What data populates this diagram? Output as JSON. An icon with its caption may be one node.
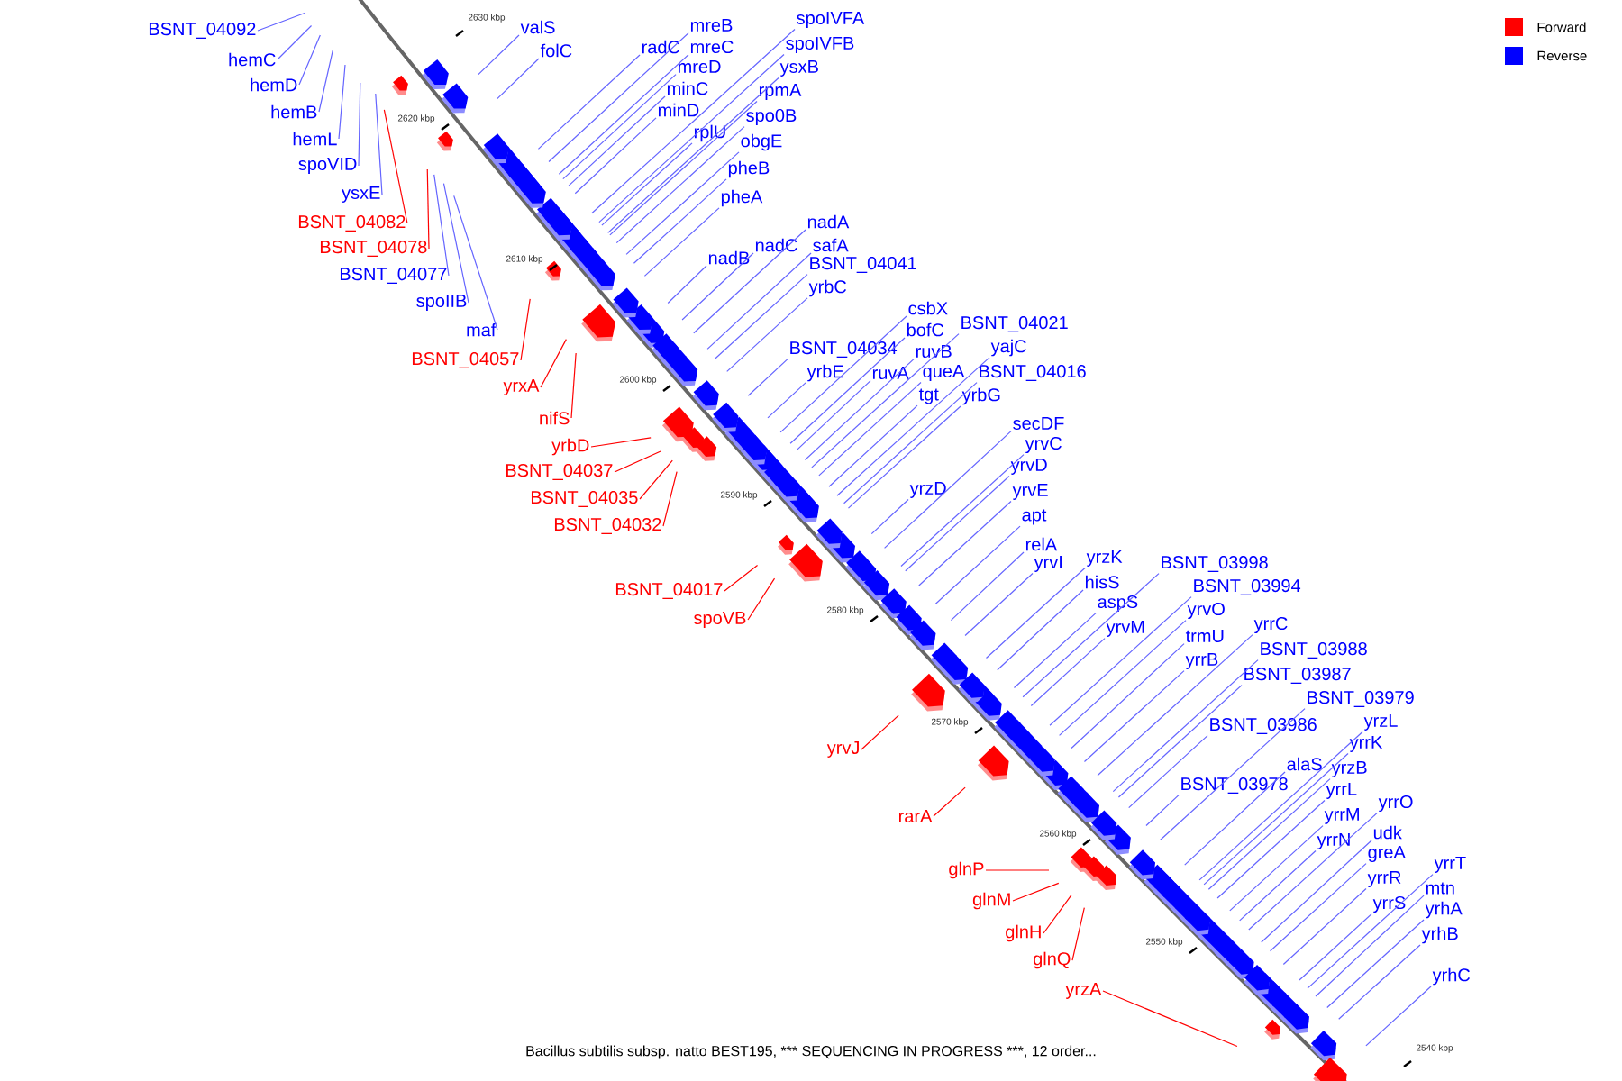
{
  "diagram": {
    "caption": "Bacillus subtilis subsp. natto BEST195, *** SEQUENCING IN PROGRESS ***, 12 order...",
    "nodes": [
      {
        "text": [
          "BSNT_04092"
        ]
      },
      {
        "text": [
          "hemC"
        ]
      },
      {
        "text": [
          "hemD"
        ]
      },
      {
        "text": [
          "hemB"
        ]
      },
      {
        "text": [
          "hemL"
        ]
      },
      {
        "text": [
          "spoVID"
        ]
      },
      {
        "text": [
          "ysxE"
        ]
      },
      {
        "text": [
          "BSNT_04082"
        ]
      },
      {
        "text": [
          "BSNT_04078"
        ]
      },
      {
        "text": [
          "BSNT_04077"
        ]
      },
      {
        "text": [
          "spoIIB"
        ]
      },
      {
        "text": [
          "maf"
        ]
      },
      {
        "text": [
          "BSNT_04057"
        ]
      },
      {
        "text": [
          "yrxA"
        ]
      },
      {
        "text": [
          "nifS"
        ]
      },
      {
        "text": [
          "yrbD"
        ]
      },
      {
        "text": [
          "BSNT_04037"
        ]
      },
      {
        "text": [
          "BSNT_04035"
        ]
      },
      {
        "text": [
          "BSNT_04032"
        ]
      },
      {
        "text": [
          "BSNT_04017"
        ]
      },
      {
        "text": [
          "spoVB"
        ]
      },
      {
        "text": [
          "yrvJ"
        ]
      },
      {
        "text": [
          "rarA"
        ]
      },
      {
        "text": [
          "glnP"
        ]
      },
      {
        "text": [
          "glnM"
        ]
      },
      {
        "text": [
          "glnH"
        ]
      },
      {
        "text": [
          "glnQ"
        ]
      },
      {
        "text": [
          "yrzA"
        ]
      },
      {
        "text": [
          "valS"
        ]
      },
      {
        "text": [
          "folC"
        ]
      },
      {
        "text": [
          "mreB"
        ]
      },
      {
        "text": [
          "radC"
        ]
      },
      {
        "text": [
          "mreC"
        ]
      },
      {
        "text": [
          "spoIVFA"
        ]
      },
      {
        "text": [
          "spoIVFB"
        ]
      },
      {
        "text": [
          "mreD"
        ]
      },
      {
        "text": [
          "ysxB"
        ]
      },
      {
        "text": [
          "minC"
        ]
      },
      {
        "text": [
          "rpmA"
        ]
      },
      {
        "text": [
          "minD"
        ]
      },
      {
        "text": [
          "spo0B"
        ]
      },
      {
        "text": [
          "rplU"
        ]
      },
      {
        "text": [
          "obgE"
        ]
      },
      {
        "text": [
          "pheB"
        ]
      },
      {
        "text": [
          "pheA"
        ]
      },
      {
        "text": [
          "nadA"
        ]
      },
      {
        "text": [
          "nadC"
        ]
      },
      {
        "text": [
          "safA"
        ]
      },
      {
        "text": [
          "nadB"
        ]
      },
      {
        "text": [
          "BSNT_04041"
        ]
      },
      {
        "text": [
          "yrbC"
        ]
      },
      {
        "text": [
          "csbX"
        ]
      },
      {
        "text": [
          "BSNT_04021"
        ]
      },
      {
        "text": [
          "bofC"
        ]
      },
      {
        "text": [
          "yajC"
        ]
      },
      {
        "text": [
          "BSNT_04034"
        ]
      },
      {
        "text": [
          "ruvB"
        ]
      },
      {
        "text": [
          "yrbE"
        ]
      },
      {
        "text": [
          "ruvA"
        ]
      },
      {
        "text": [
          "queA"
        ]
      },
      {
        "text": [
          "BSNT_04016"
        ]
      },
      {
        "text": [
          "tgt"
        ]
      },
      {
        "text": [
          "yrbG"
        ]
      },
      {
        "text": [
          "secDF"
        ]
      },
      {
        "text": [
          "yrvC"
        ]
      },
      {
        "text": [
          "yrvD"
        ]
      },
      {
        "text": [
          "yrzD"
        ]
      },
      {
        "text": [
          "yrvE"
        ]
      },
      {
        "text": [
          "apt"
        ]
      },
      {
        "text": [
          "relA"
        ]
      },
      {
        "text": [
          "yrzK"
        ]
      },
      {
        "text": [
          "BSNT_03998"
        ]
      },
      {
        "text": [
          "yrvI"
        ]
      },
      {
        "text": [
          "hisS"
        ]
      },
      {
        "text": [
          "BSNT_03994"
        ]
      },
      {
        "text": [
          "aspS"
        ]
      },
      {
        "text": [
          "yrvO"
        ]
      },
      {
        "text": [
          "yrrC"
        ]
      },
      {
        "text": [
          "yrvM"
        ]
      },
      {
        "text": [
          "trmU"
        ]
      },
      {
        "text": [
          "BSNT_03988"
        ]
      },
      {
        "text": [
          "yrrB"
        ]
      },
      {
        "text": [
          "BSNT_03987"
        ]
      },
      {
        "text": [
          "BSNT_03979"
        ]
      },
      {
        "text": [
          "yrzL"
        ]
      },
      {
        "text": [
          "BSNT_03986"
        ]
      },
      {
        "text": [
          "yrrK"
        ]
      },
      {
        "text": [
          "alaS"
        ]
      },
      {
        "text": [
          "yrzB"
        ]
      },
      {
        "text": [
          "BSNT_03978"
        ]
      },
      {
        "text": [
          "yrrL"
        ]
      },
      {
        "text": [
          "yrrO"
        ]
      },
      {
        "text": [
          "yrrM"
        ]
      },
      {
        "text": [
          "udk"
        ]
      },
      {
        "text": [
          "yrrN"
        ]
      },
      {
        "text": [
          "greA"
        ]
      },
      {
        "text": [
          "yrrT"
        ]
      },
      {
        "text": [
          "yrrR"
        ]
      },
      {
        "text": [
          "mtn"
        ]
      },
      {
        "text": [
          "yrrS"
        ]
      },
      {
        "text": [
          "yrhA"
        ]
      },
      {
        "text": [
          "yrhB"
        ]
      },
      {
        "text": [
          "yrhC"
        ]
      }
    ],
    "edges": [
      {
        "from": 0,
        "to": null,
        "arrow": "none"
      },
      {
        "from": 1,
        "to": null,
        "arrow": "none"
      },
      {
        "from": 2,
        "to": null,
        "arrow": "none"
      },
      {
        "from": 3,
        "to": null,
        "arrow": "none"
      },
      {
        "from": 4,
        "to": null,
        "arrow": "none"
      },
      {
        "from": 5,
        "to": null,
        "arrow": "none"
      },
      {
        "from": 6,
        "to": null,
        "arrow": "none"
      },
      {
        "from": 7,
        "to": null,
        "arrow": "none",
        "color": "#ff0000"
      },
      {
        "from": 8,
        "to": null,
        "arrow": "none",
        "color": "#ff0000"
      },
      {
        "from": 9,
        "to": null,
        "arrow": "none"
      },
      {
        "from": 10,
        "to": null,
        "arrow": "none"
      },
      {
        "from": 11,
        "to": null,
        "arrow": "none"
      },
      {
        "from": 12,
        "to": null,
        "arrow": "none",
        "color": "#ff0000"
      },
      {
        "from": 13,
        "to": null,
        "arrow": "none",
        "color": "#ff0000"
      },
      {
        "from": 14,
        "to": null,
        "arrow": "none",
        "color": "#ff0000"
      },
      {
        "from": 15,
        "to": null,
        "arrow": "none",
        "color": "#ff0000"
      },
      {
        "from": 16,
        "to": null,
        "arrow": "none",
        "color": "#ff0000"
      },
      {
        "from": 17,
        "to": null,
        "arrow": "none",
        "color": "#ff0000"
      },
      {
        "from": 18,
        "to": null,
        "arrow": "none",
        "color": "#ff0000"
      },
      {
        "from": 19,
        "to": null,
        "arrow": "none",
        "color": "#ff0000"
      },
      {
        "from": 20,
        "to": null,
        "arrow": "none",
        "color": "#ff0000"
      },
      {
        "from": 21,
        "to": null,
        "arrow": "none",
        "color": "#ff0000"
      },
      {
        "from": 22,
        "to": null,
        "arrow": "none",
        "color": "#ff0000"
      },
      {
        "from": 23,
        "to": null,
        "arrow": "none",
        "color": "#ff0000"
      },
      {
        "from": 24,
        "to": null,
        "arrow": "none",
        "color": "#ff0000"
      },
      {
        "from": 25,
        "to": null,
        "arrow": "none",
        "color": "#ff0000"
      },
      {
        "from": 26,
        "to": null,
        "arrow": "none",
        "color": "#ff0000"
      },
      {
        "from": 27,
        "to": null,
        "arrow": "none",
        "color": "#ff0000"
      },
      {
        "from": 28,
        "to": null,
        "arrow": "none"
      },
      {
        "from": 29,
        "to": null,
        "arrow": "none"
      },
      {
        "from": 30,
        "to": null,
        "arrow": "none"
      },
      {
        "from": 31,
        "to": null,
        "arrow": "none"
      },
      {
        "from": 32,
        "to": null,
        "arrow": "none"
      },
      {
        "from": 33,
        "to": null,
        "arrow": "none"
      },
      {
        "from": 34,
        "to": null,
        "arrow": "none"
      },
      {
        "from": 35,
        "to": null,
        "arrow": "none"
      },
      {
        "from": 36,
        "to": null,
        "arrow": "none"
      },
      {
        "from": 37,
        "to": null,
        "arrow": "none"
      },
      {
        "from": 38,
        "to": null,
        "arrow": "none"
      },
      {
        "from": 39,
        "to": null,
        "arrow": "none"
      },
      {
        "from": 40,
        "to": null,
        "arrow": "none"
      },
      {
        "from": 41,
        "to": null,
        "arrow": "none"
      },
      {
        "from": 42,
        "to": null,
        "arrow": "none"
      },
      {
        "from": 43,
        "to": null,
        "arrow": "none"
      },
      {
        "from": 44,
        "to": null,
        "arrow": "none"
      },
      {
        "from": 45,
        "to": null,
        "arrow": "none"
      },
      {
        "from": 46,
        "to": null,
        "arrow": "none"
      },
      {
        "from": 47,
        "to": null,
        "arrow": "none"
      },
      {
        "from": 48,
        "to": null,
        "arrow": "none"
      },
      {
        "from": 49,
        "to": null,
        "arrow": "none"
      },
      {
        "from": 50,
        "to": null,
        "arrow": "none"
      },
      {
        "from": 51,
        "to": null,
        "arrow": "none"
      },
      {
        "from": 52,
        "to": null,
        "arrow": "none"
      },
      {
        "from": 53,
        "to": null,
        "arrow": "none"
      },
      {
        "from": 54,
        "to": null,
        "arrow": "none"
      },
      {
        "from": 55,
        "to": null,
        "arrow": "none"
      },
      {
        "from": 56,
        "to": null,
        "arrow": "none"
      },
      {
        "from": 57,
        "to": null,
        "arrow": "none"
      },
      {
        "from": 58,
        "to": null,
        "arrow": "none"
      },
      {
        "from": 59,
        "to": null,
        "arrow": "none"
      },
      {
        "from": 60,
        "to": null,
        "arrow": "none"
      },
      {
        "from": 61,
        "to": null,
        "arrow": "none"
      },
      {
        "from": 62,
        "to": null,
        "arrow": "none"
      },
      {
        "from": 63,
        "to": null,
        "arrow": "none"
      },
      {
        "from": 64,
        "to": null,
        "arrow": "none"
      },
      {
        "from": 65,
        "to": null,
        "arrow": "none"
      },
      {
        "from": 66,
        "to": null,
        "arrow": "none"
      },
      {
        "from": 67,
        "to": null,
        "arrow": "none"
      },
      {
        "from": 68,
        "to": null,
        "arrow": "none"
      },
      {
        "from": 69,
        "to": null,
        "arrow": "none"
      },
      {
        "from": 70,
        "to": null,
        "arrow": "none"
      },
      {
        "from": 71,
        "to": null,
        "arrow": "none"
      },
      {
        "from": 72,
        "to": null,
        "arrow": "none"
      },
      {
        "from": 73,
        "to": null,
        "arrow": "none"
      },
      {
        "from": 74,
        "to": null,
        "arrow": "none"
      },
      {
        "from": 75,
        "to": null,
        "arrow": "none"
      },
      {
        "from": 76,
        "to": null,
        "arrow": "none"
      },
      {
        "from": 77,
        "to": null,
        "arrow": "none"
      },
      {
        "from": 78,
        "to": null,
        "arrow": "none"
      },
      {
        "from": 79,
        "to": null,
        "arrow": "none"
      },
      {
        "from": 80,
        "to": null,
        "arrow": "none"
      },
      {
        "from": 81,
        "to": null,
        "arrow": "none"
      },
      {
        "from": 82,
        "to": null,
        "arrow": "none"
      },
      {
        "from": 83,
        "to": null,
        "arrow": "none"
      },
      {
        "from": 84,
        "to": null,
        "arrow": "none"
      },
      {
        "from": 85,
        "to": null,
        "arrow": "none"
      },
      {
        "from": 86,
        "to": null,
        "arrow": "none"
      },
      {
        "from": 87,
        "to": null,
        "arrow": "none"
      },
      {
        "from": 88,
        "to": null,
        "arrow": "none"
      },
      {
        "from": 89,
        "to": null,
        "arrow": "none"
      },
      {
        "from": 90,
        "to": null,
        "arrow": "none"
      },
      {
        "from": 91,
        "to": null,
        "arrow": "none"
      },
      {
        "from": 92,
        "to": null,
        "arrow": "none"
      },
      {
        "from": 93,
        "to": null,
        "arrow": "none"
      },
      {
        "from": 94,
        "to": null,
        "arrow": "none"
      },
      {
        "from": 95,
        "to": null,
        "arrow": "none"
      },
      {
        "from": 96,
        "to": null,
        "arrow": "none"
      },
      {
        "from": 97,
        "to": null,
        "arrow": "none"
      },
      {
        "from": 98,
        "to": null,
        "arrow": "none"
      },
      {
        "from": 99,
        "to": null,
        "arrow": "none"
      },
      {
        "from": 100,
        "to": null,
        "arrow": "none"
      },
      {
        "from": 101,
        "to": null,
        "arrow": "none"
      },
      {
        "from": 102,
        "to": null,
        "arrow": "none"
      }
    ],
    "labels": [
      "2630 kbp",
      "2620 kbp",
      "2610 kbp",
      "2600 kbp",
      "2590 kbp",
      "2580 kbp",
      "2570 kbp",
      "2560 kbp",
      "2550 kbp",
      "2540 kbp"
    ],
    "legend": [
      {
        "text": "Forward",
        "color": "#ff0000"
      },
      {
        "text": "Reverse",
        "color": "#0000ff"
      }
    ]
  }
}
